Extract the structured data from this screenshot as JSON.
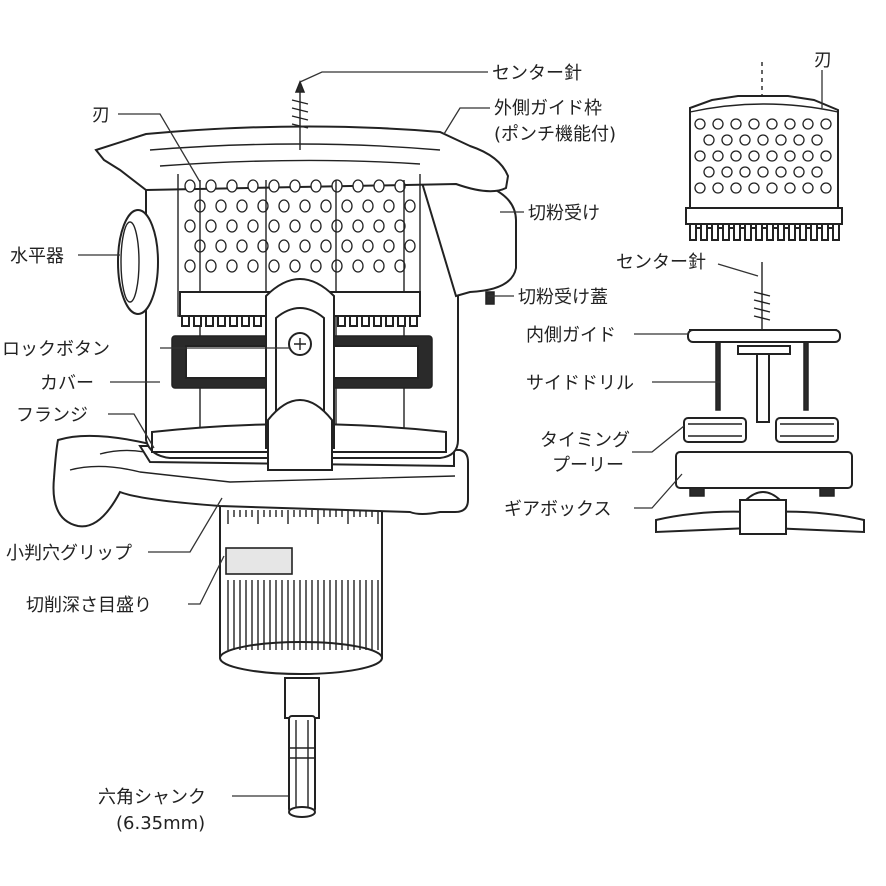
{
  "main_labels": {
    "center_pin": "センター針",
    "outer_guide": "外側ガイド枠",
    "outer_guide_note": "(ポンチ機能付)",
    "blade": "刃",
    "chip_catcher": "切粉受け",
    "level": "水平器",
    "chip_lid": "切粉受け蓋",
    "lock_button": "ロックボタン",
    "cover": "カバー",
    "flange": "フランジ",
    "grip": "小判穴グリップ",
    "depth_scale": "切削深さ目盛り",
    "hex_shank": "六角シャンク",
    "hex_size": "(6.35mm)"
  },
  "inset_labels": {
    "blade": "刃",
    "center_pin": "センター針",
    "inner_guide": "内側ガイド",
    "side_drill": "サイドドリル",
    "timing_1": "タイミング",
    "timing_2": "プーリー",
    "gearbox": "ギアボックス"
  },
  "colors": {
    "line": "#222222",
    "paper": "#ffffff",
    "shade": "#e6e6e6"
  }
}
